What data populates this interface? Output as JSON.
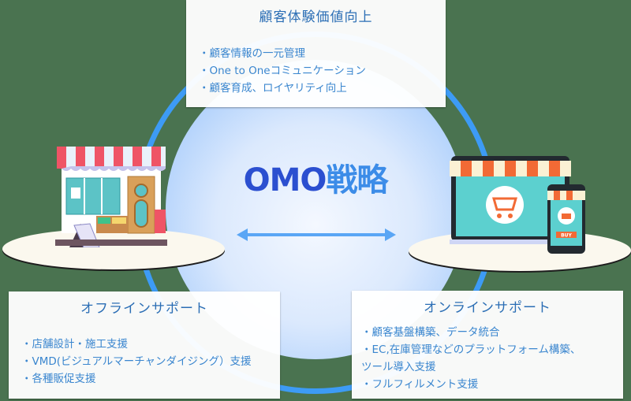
{
  "diagram": {
    "center_title": {
      "latin": "OMO",
      "kanji": "戦略"
    },
    "top_box": {
      "title": "顧客体験価値向上",
      "items": [
        "・顧客情報の一元管理",
        "・One to Oneコミュニケーション",
        "・顧客育成、ロイヤリティ向上"
      ]
    },
    "left_box": {
      "title": "オフラインサポート",
      "items": [
        "・店舗設計・施工支援",
        "・VMD(ビジュアルマーチャンダイジング）支援",
        "・各種販促支援"
      ]
    },
    "right_box": {
      "title": "オンラインサポート",
      "items": [
        "・顧客基盤構築、データ統合",
        "・EC,在庫管理などのプラットフォーム構築、",
        "ツール導入支援",
        "・フルフィルメント支援"
      ]
    },
    "icons": {
      "left": "physical-store-icon",
      "right": "online-store-laptop-phone-icon",
      "phone_button": "BUY"
    },
    "colors": {
      "background": "#4a7350",
      "ring": "#3d9bf5",
      "title_latin": "#2b4fd0",
      "title_kanji": "#3c8ce8",
      "box_text": "#3a86cf"
    }
  }
}
